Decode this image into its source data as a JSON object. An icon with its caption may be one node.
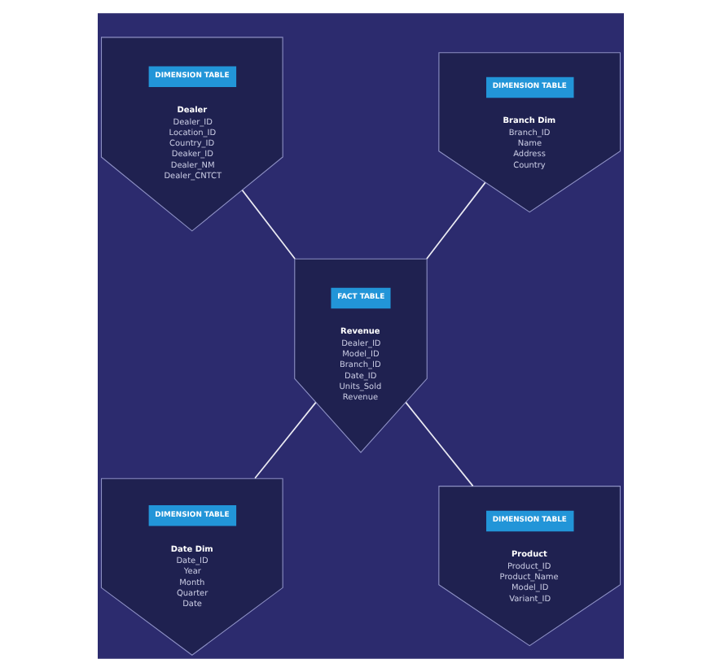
{
  "diagram": {
    "nodes": [
      {
        "text": [
          "DIMENSION TABLE",
          "Dealer",
          "Dealer_ID",
          "Location_ID",
          "Country_ID",
          "Deaker_ID",
          "Dealer_NM",
          "Dealer_CNTCT"
        ]
      },
      {
        "text": [
          "DIMENSION TABLE",
          "Branch Dim",
          "Branch_ID",
          "Name",
          "Address",
          "Country"
        ]
      },
      {
        "text": [
          "FACT TABLE",
          "Revenue",
          "Dealer_ID",
          "Model_ID",
          "Branch_ID",
          "Date_ID",
          "Units_Sold",
          "Revenue"
        ]
      },
      {
        "text": [
          "DIMENSION TABLE",
          "Date Dim",
          "Date_ID",
          "Year",
          "Month",
          "Quarter",
          "Date"
        ]
      },
      {
        "text": [
          "DIMENSION TABLE",
          "Product",
          "Product_ID",
          "Product_Name",
          "Model_ID",
          "Variant_ID"
        ]
      }
    ],
    "edges": [
      {
        "from": 0,
        "to": 2,
        "arrow": "none"
      },
      {
        "from": 1,
        "to": 2,
        "arrow": "none"
      },
      {
        "from": 2,
        "to": 3,
        "arrow": "none"
      },
      {
        "from": 2,
        "to": 4,
        "arrow": "none"
      }
    ]
  }
}
